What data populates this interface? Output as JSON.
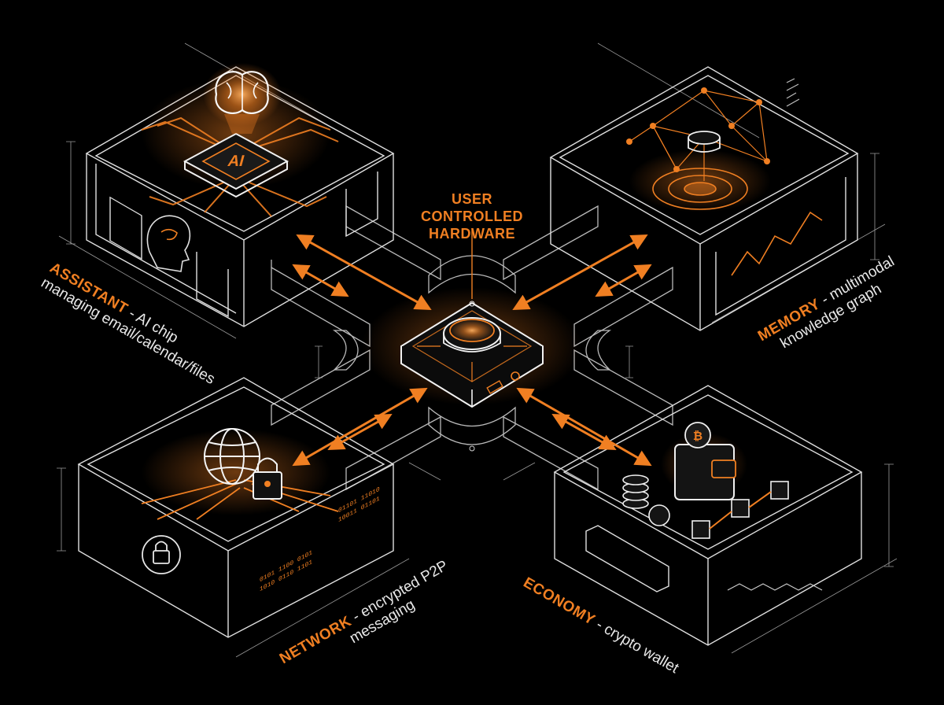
{
  "center": {
    "line1": "USER",
    "line2": "CONTROLLED",
    "line3": "HARDWARE"
  },
  "modules": {
    "assistant": {
      "title": "ASSISTANT",
      "line1": " - AI chip",
      "line2": "managing email/calendar/files",
      "icon": "brain-ai-chip-icon"
    },
    "memory": {
      "title": "MEMORY",
      "line1": " - multimodal",
      "line2": "knowledge graph",
      "icon": "knowledge-graph-icon"
    },
    "network": {
      "title": "NETWORK",
      "line1": " - encrypted P2P",
      "line2": "messaging",
      "icon": "globe-lock-icon"
    },
    "economy": {
      "title": "ECONOMY",
      "line1": " - crypto wallet",
      "icon": "wallet-coins-icon"
    }
  },
  "colors": {
    "accent": "#f07f22",
    "line": "#d9d9d9",
    "background": "#000000"
  }
}
